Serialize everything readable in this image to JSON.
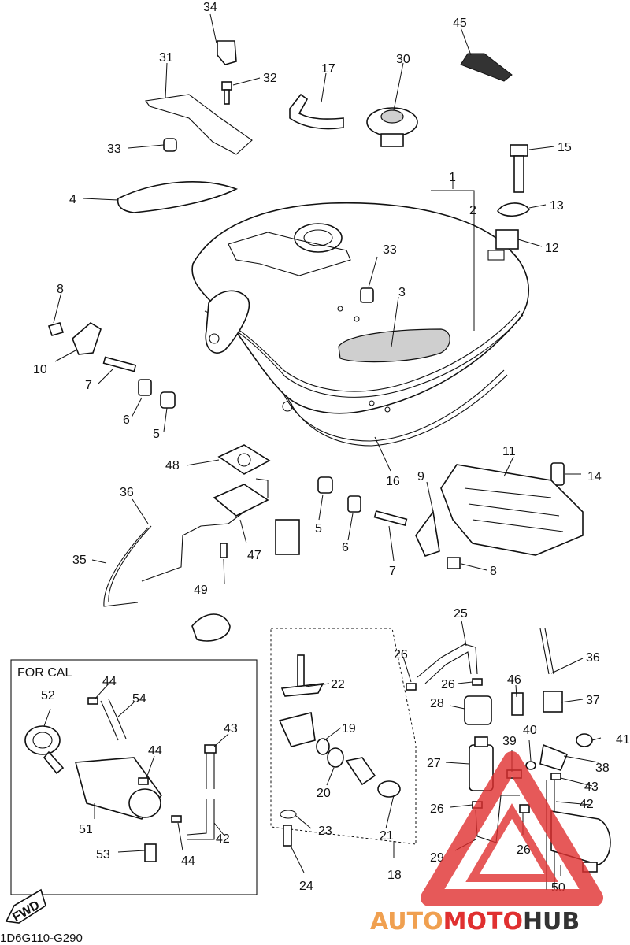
{
  "diagram": {
    "callouts": [
      "34",
      "31",
      "32",
      "33",
      "17",
      "30",
      "45",
      "15",
      "4",
      "1",
      "2",
      "13",
      "12",
      "8",
      "10",
      "7",
      "6",
      "5",
      "33",
      "3",
      "48",
      "36",
      "35",
      "47",
      "49",
      "16",
      "9",
      "11",
      "14",
      "5",
      "6",
      "7",
      "8",
      "25",
      "26",
      "36",
      "22",
      "26",
      "46",
      "37",
      "28",
      "19",
      "40",
      "39",
      "41",
      "27",
      "38",
      "20",
      "43",
      "26",
      "42",
      "23",
      "21",
      "29",
      "26",
      "24",
      "18",
      "50",
      "44",
      "52",
      "54",
      "43",
      "44",
      "51",
      "42",
      "53",
      "44"
    ],
    "inset_title": "FOR CAL",
    "fwd_label": "FWD",
    "drawing_code": "1D6G110-G290"
  },
  "watermark": {
    "part1": "AUTO",
    "part2": "MOTO",
    "part3": "HUB",
    "color_orange": "#f0a050",
    "color_red": "#e03030",
    "color_dark": "#333333"
  }
}
